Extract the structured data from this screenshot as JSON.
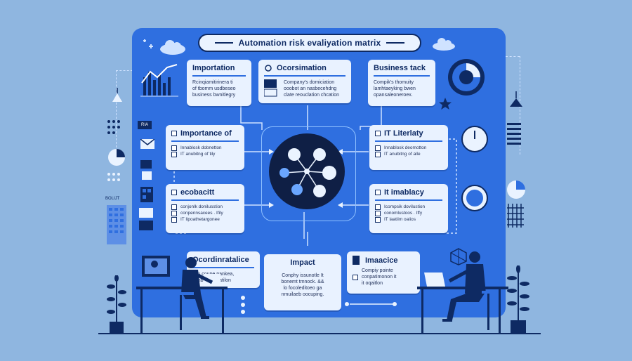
{
  "title": "Automation risk evaliyation matrix",
  "cards": {
    "importation": {
      "title": "Importation",
      "text": [
        "Rcinqiamitirinera ti",
        "of tbomm usdbeseo",
        "business bwnitlegry"
      ]
    },
    "ocorsimation": {
      "title": "Ocorsimation",
      "text": [
        "Company's domiciation",
        "ooobot an nasbecehdng",
        "clate reouclation chcation"
      ]
    },
    "business_tack": {
      "title": "Business tack",
      "text": [
        "Compik's thomuity",
        "lamhtaeyking bwen",
        "opansaleoneroex."
      ]
    },
    "importance_of": {
      "title": "Importance of",
      "rows": [
        "Innablosk dobnetton",
        "IT anubitng of tily"
      ]
    },
    "it_literacy": {
      "title": "IT Literlaty",
      "rows": [
        "Innablosk deomotton",
        "IT anubitng of alle"
      ]
    },
    "ecobacitt": {
      "title": "ecobacitt",
      "rows": [
        "conjonlk donilusstion",
        "conpennsacees . Ifily",
        "IT lipoathetargonee"
      ]
    },
    "it_imabilacy": {
      "title": "It imablacy",
      "rows": [
        "Icompsik dovilustion",
        "conomlustoos . Iffy",
        "IT laatiim oaiios"
      ]
    },
    "ocordinratalice": {
      "title": "Ocordinratalice",
      "text": [
        "Om coupe pankea,",
        "fombiehy poatilon"
      ]
    },
    "impact": {
      "title": "Impact",
      "text": [
        "Conphy issunotle It",
        "bonemt tmnock. &&",
        "lo focoleditoeo ga",
        "nmuilaeb oocuping."
      ]
    },
    "imaacice": {
      "title": "Imaacice",
      "text": [
        "Compiy pointe",
        "conpatimonon it",
        "it oqaitlon"
      ]
    }
  },
  "left_labels": {
    "small_badge": "RIA",
    "bottom_badge": "BOLIJT"
  },
  "colors": {
    "board": "#2f6fe0",
    "card": "#e9f2ff",
    "navy": "#0e2a63",
    "background": "#8fb6e0",
    "hub": "#0f1f45"
  }
}
